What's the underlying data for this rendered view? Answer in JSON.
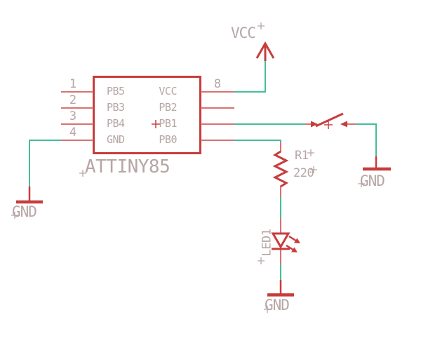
{
  "schematic": {
    "ic": {
      "name": "ATTINY85",
      "left_pins": [
        {
          "number": "1",
          "label": "PB5"
        },
        {
          "number": "2",
          "label": "PB3"
        },
        {
          "number": "3",
          "label": "PB4"
        },
        {
          "number": "4",
          "label": "GND"
        }
      ],
      "right_pins": [
        {
          "number": "8",
          "label": "VCC"
        },
        {
          "number": "",
          "label": "PB2"
        },
        {
          "number": "",
          "label": "PB1"
        },
        {
          "number": "",
          "label": "PB0"
        }
      ]
    },
    "resistor": {
      "designator": "R1",
      "value": "220"
    },
    "led": {
      "designator": "LED1"
    },
    "switch": {
      "designator": ""
    },
    "nets": {
      "vcc": "VCC",
      "gnd_left": "GND",
      "gnd_switch": "GND",
      "gnd_led": "GND"
    },
    "colors": {
      "symbol_red": "#c83c3c",
      "pin_red": "#d87272",
      "wire_green": "#45bd97",
      "text_gray": "#b7a6a6",
      "origin_cross_red": "#cc4040",
      "background": "#ffffff"
    }
  }
}
